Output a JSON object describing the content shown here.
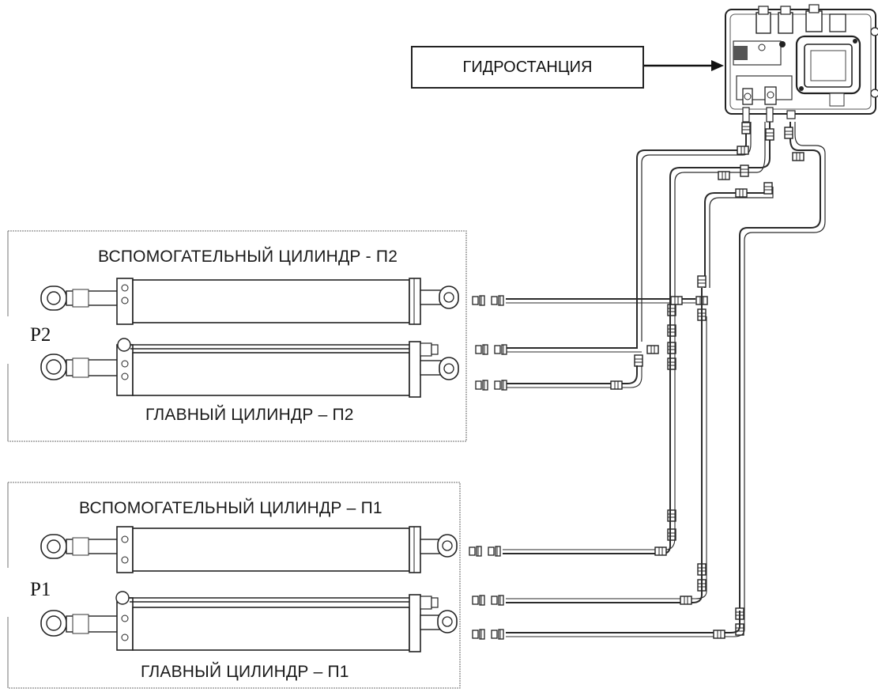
{
  "station_label": "ГИДРОСТАНЦИЯ",
  "groups": [
    {
      "id": "P2",
      "side_label": "P2",
      "aux_cylinder_label": "ВСПОМОГАТЕЛЬНЫЙ ЦИЛИНДР - П2",
      "main_cylinder_label": "ГЛАВНЫЙ ЦИЛИНДР – П2"
    },
    {
      "id": "P1",
      "side_label": "P1",
      "aux_cylinder_label": "ВСПОМОГАТЕЛЬНЫЙ ЦИЛИНДР – П1",
      "main_cylinder_label": "ГЛАВНЫЙ ЦИЛИНДР – П1"
    }
  ],
  "colors": {
    "line": "#2a2a2a",
    "frame": "#8a8a8a",
    "background": "#ffffff"
  }
}
